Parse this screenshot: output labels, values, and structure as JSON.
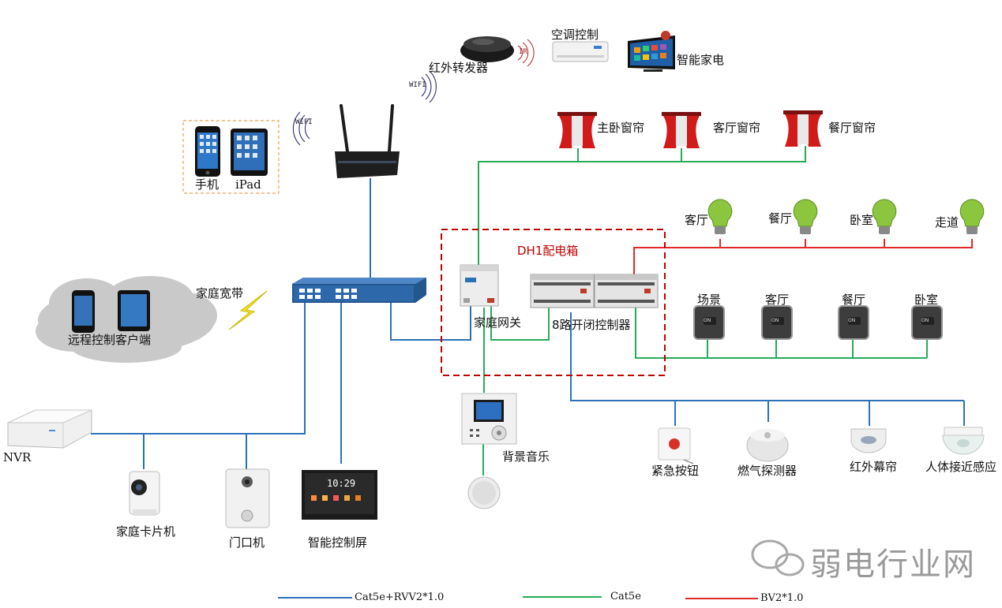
{
  "colors": {
    "blue": "#2a72b8",
    "green": "#27ab5a",
    "red": "#e02a2a",
    "box_red": "#c00000",
    "cloud": "#c9c9c9"
  },
  "labels": {
    "ir_forwarder": "红外转发器",
    "ir_tag": "IR",
    "ac_control": "空调控制",
    "smart_appliance": "智能家电",
    "wifi_tag_a": "WIFI",
    "wifi_tag_b": "WIFI",
    "phone": "手机",
    "ipad": "iPad",
    "curtain_master": "主卧窗帘",
    "curtain_living": "客厅窗帘",
    "curtain_dining": "餐厅窗帘",
    "light_living": "客厅",
    "light_dining": "餐厅",
    "light_bedroom": "卧室",
    "light_corridor": "走道",
    "box_title": "DH1配电箱",
    "home_gateway": "家庭网关",
    "switch_controller": "8路开闭控制器",
    "broadband": "家庭宽带",
    "remote_client": "远程控制客户端",
    "panel_scene": "场景",
    "panel_living": "客厅",
    "panel_dining": "餐厅",
    "panel_bedroom": "卧室",
    "nvr": "NVR",
    "bg_music": "背景音乐",
    "emergency_button": "紧急按钮",
    "gas_detector": "燃气探测器",
    "ir_curtain": "红外幕帘",
    "human_sensor": "人体接近感应",
    "home_camera": "家庭卡片机",
    "door_station": "门口机",
    "smart_screen": "智能控制屏",
    "screen_time": "10:29",
    "switch_on_text": "ON",
    "watermark": "弱电行业网"
  },
  "legend": [
    {
      "label": "Cat5e+RVV2*1.0",
      "color": "#2a72b8"
    },
    {
      "label": "Cat5e",
      "color": "#27ab5a"
    },
    {
      "label": "BV2*1.0",
      "color": "#e02a2a"
    }
  ]
}
